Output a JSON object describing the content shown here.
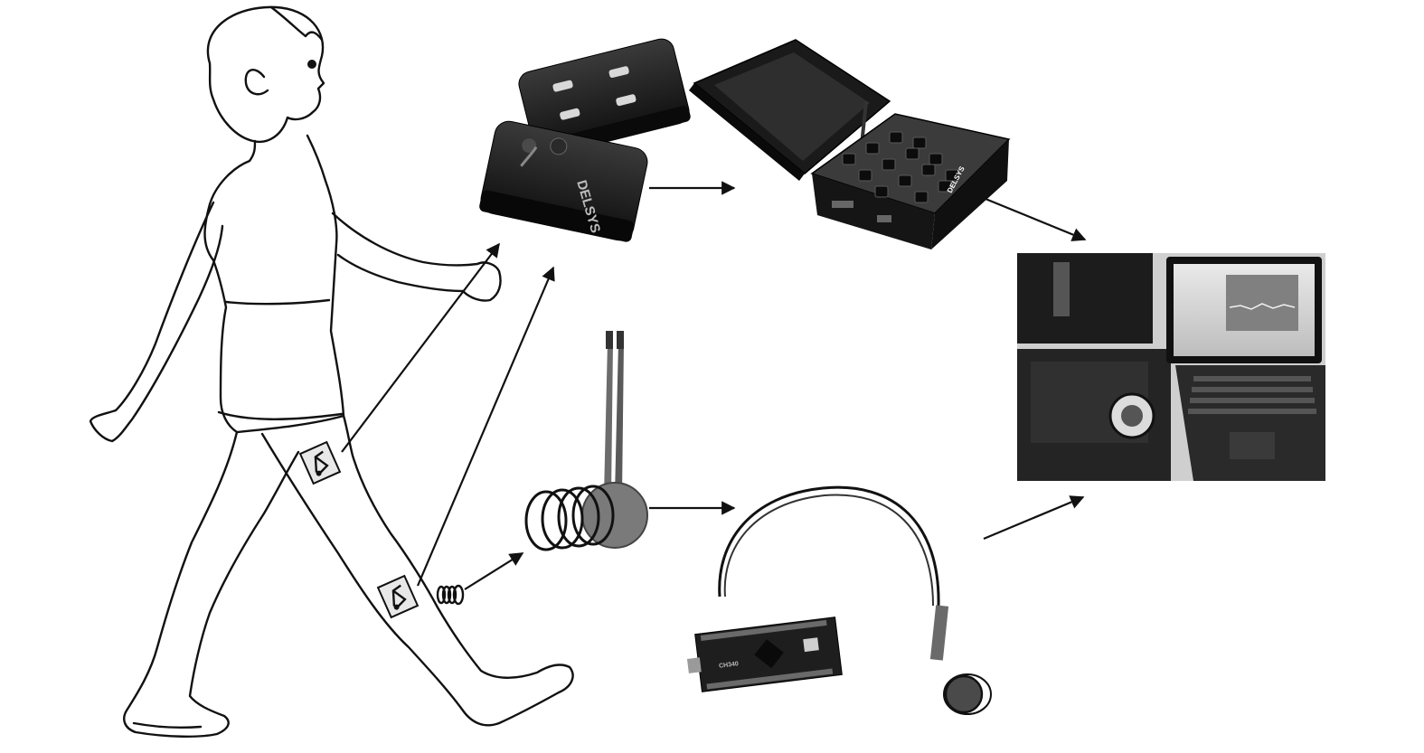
{
  "figure": {
    "background": "#ffffff",
    "ink": "#111111",
    "photo_dark": "#1c1c1c",
    "photo_mid": "#555555",
    "photo_light": "#cfcfcf",
    "arrow_style": "solid-black-triangle",
    "monochrome": true
  },
  "nodes": [
    {
      "id": "child-figure",
      "depicts": "walking child line drawing with two EMG sensors on thigh and shank, spring on calf"
    },
    {
      "id": "wireless-emg-sensors",
      "depicts": "wireless EMG sensor units and charging dock"
    },
    {
      "id": "emg-base-station",
      "depicts": "open carrying case with sensor docking station"
    },
    {
      "id": "coil-spring-sensor",
      "depicts": "coil spring sensor on flexible strip"
    },
    {
      "id": "microcontroller-board",
      "depicts": "microcontroller board wired to coil sensor"
    },
    {
      "id": "laptop-setup",
      "depicts": "laptop displaying signal next to open equipment case"
    }
  ],
  "labels": {
    "sensor_brand": "DELSYS",
    "case_tag": "DELSYS",
    "board_chip": "CH340"
  },
  "connections": [
    {
      "from": "child-figure",
      "to": "wireless-emg-sensors"
    },
    {
      "from": "child-figure",
      "to": "coil-spring-sensor"
    },
    {
      "from": "wireless-emg-sensors",
      "to": "emg-base-station"
    },
    {
      "from": "emg-base-station",
      "to": "laptop-setup"
    },
    {
      "from": "coil-spring-sensor",
      "to": "microcontroller-board"
    },
    {
      "from": "microcontroller-board",
      "to": "laptop-setup"
    }
  ]
}
